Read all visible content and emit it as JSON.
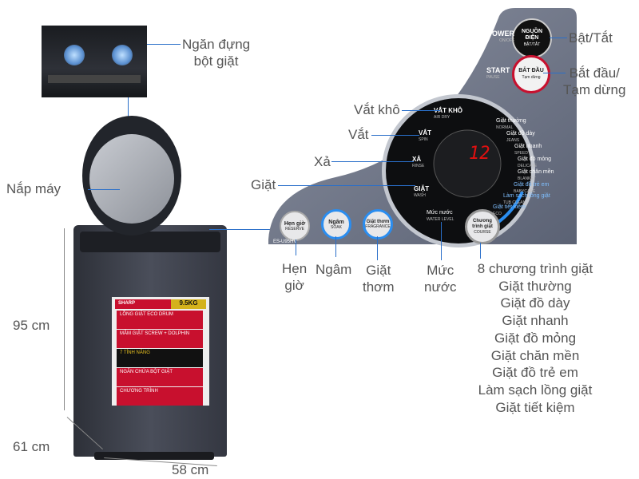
{
  "inset": {
    "label_line1": "Ngăn đựng",
    "label_line2": "bột giặt"
  },
  "machine": {
    "lid_label": "Nắp máy",
    "brand": "SHARP",
    "capacity": "9.5KG",
    "front_sections": [
      "LỒNG GIẶT ECO DRUM",
      "MÂM GIẶT SCREW + DOLPHIN",
      "7 TÍNH NĂNG",
      "NGĂN CHỨA BỘT GIẶT",
      "CHƯƠNG TRÌNH"
    ],
    "height": "95 cm",
    "depth": "61 cm",
    "width": "58 cm"
  },
  "panel": {
    "model": "ES-U95HV",
    "power": {
      "title": "POWER",
      "sub": "ON/OFF",
      "btn_line1": "NGUỒN",
      "btn_line2": "ĐIỆN",
      "btn_sub": "BẬT/TẮT",
      "callout": "Bật/Tắt"
    },
    "start": {
      "title": "START",
      "sub": "PAUSE",
      "btn_line1": "BẮT ĐẦU",
      "btn_sub": "Tạm dừng",
      "callout_line1": "Bắt đầu/",
      "callout_line2": "Tạm dừng"
    },
    "steps": [
      {
        "vn": "VẮT KHÔ",
        "en": "AIR DRY",
        "callout": "Vắt khô"
      },
      {
        "vn": "VẮT",
        "en": "SPIN",
        "callout": "Vắt"
      },
      {
        "vn": "XẢ",
        "en": "RINSE",
        "callout": "Xả"
      },
      {
        "vn": "GIẶT",
        "en": "WASH",
        "callout": "Giặt"
      }
    ],
    "display": "12",
    "programs": [
      {
        "vn": "Giặt thường",
        "en": "NORMAL"
      },
      {
        "vn": "Giặt đồ dày",
        "en": "JEANS"
      },
      {
        "vn": "Giặt nhanh",
        "en": "SPEEDY"
      },
      {
        "vn": "Giặt đồ mỏng",
        "en": "DELICATE"
      },
      {
        "vn": "Giặt chăn mền",
        "en": "BLANKET"
      },
      {
        "vn": "Giặt đồ trẻ em",
        "en": "BABYCARE"
      },
      {
        "vn": "Làm sạch lồng giặt",
        "en": "TUB CLEAN"
      },
      {
        "vn": "Giặt tiết kiệm",
        "en": "ECO"
      }
    ],
    "water_level": {
      "vn": "Mức nước",
      "en": "WATER LEVEL",
      "callout_line1": "Mức",
      "callout_line2": "nước"
    },
    "reserve": {
      "vn": "Hẹn giờ",
      "en": "RESERVE",
      "callout_line1": "Hẹn",
      "callout_line2": "giờ"
    },
    "soak": {
      "vn": "Ngâm",
      "en": "SOAK",
      "callout": "Ngâm"
    },
    "fragrance": {
      "vn": "Giặt thơm",
      "en": "FRAGRANCE",
      "callout_line1": "Giặt",
      "callout_line2": "thơm"
    },
    "course": {
      "vn_line1": "Chương",
      "vn_line2": "trình giặt",
      "en": "COURSE"
    },
    "course_callout": [
      "8 chương trình giặt",
      "Giặt thường",
      "Giặt đồ dày",
      "Giặt nhanh",
      "Giặt đồ mỏng",
      "Giặt chăn mền",
      "Giặt đồ trẻ em",
      "Làm sạch lồng giặt",
      "Giặt tiết kiệm"
    ]
  },
  "colors": {
    "callout_line": "#2a6fc9",
    "panel": "#6b7386",
    "body": "#3b3f4a",
    "accent_red": "#c8102e"
  }
}
